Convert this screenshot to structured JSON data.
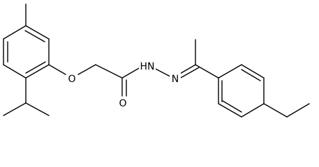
{
  "molecule": {
    "atom_labels": {
      "ether_oxygen": "O",
      "carbonyl_oxygen": "O",
      "hydrazide_nh": "HN",
      "imine_nitrogen": "N"
    },
    "colors": {
      "background": "#ffffff",
      "bond": "#000000",
      "text": "#000000"
    }
  }
}
